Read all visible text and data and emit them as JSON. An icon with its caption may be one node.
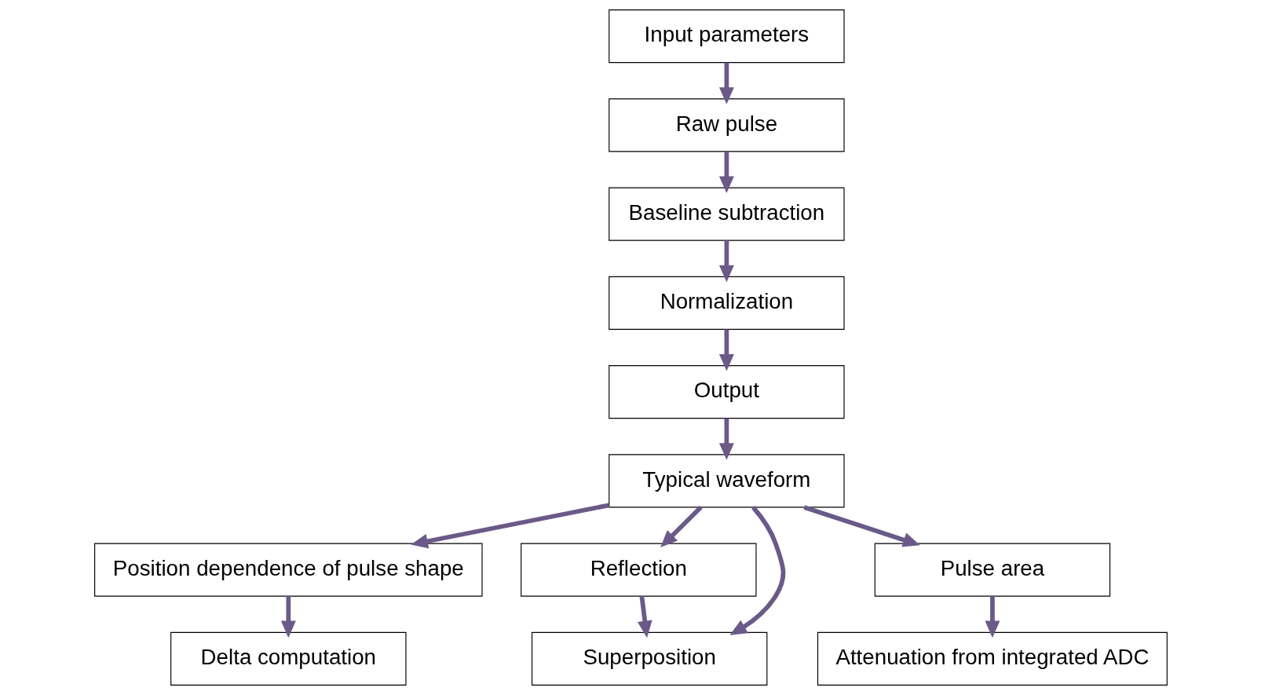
{
  "diagram": {
    "nodes": [
      {
        "text": [
          "Input parameters"
        ]
      },
      {
        "text": [
          "Raw pulse"
        ]
      },
      {
        "text": [
          "Baseline subtraction"
        ]
      },
      {
        "text": [
          "Normalization"
        ]
      },
      {
        "text": [
          "Output"
        ]
      },
      {
        "text": [
          "Typical waveform"
        ]
      },
      {
        "text": [
          "Position dependence of pulse shape"
        ]
      },
      {
        "text": [
          "Delta computation"
        ]
      },
      {
        "text": [
          "Reflection"
        ]
      },
      {
        "text": [
          "Superposition"
        ]
      },
      {
        "text": [
          "Pulse area"
        ]
      },
      {
        "text": [
          "Attenuation from integrated ADC"
        ]
      }
    ],
    "edges": [
      {
        "from": 0,
        "to": 1,
        "arrow": "to"
      },
      {
        "from": 1,
        "to": 2,
        "arrow": "to"
      },
      {
        "from": 2,
        "to": 3,
        "arrow": "to"
      },
      {
        "from": 3,
        "to": 4,
        "arrow": "to"
      },
      {
        "from": 4,
        "to": 5,
        "arrow": "to"
      },
      {
        "from": 5,
        "to": 6,
        "arrow": "to"
      },
      {
        "from": 6,
        "to": 7,
        "arrow": "to"
      },
      {
        "from": 5,
        "to": 8,
        "arrow": "to"
      },
      {
        "from": 5,
        "to": 9,
        "arrow": "to"
      },
      {
        "from": 5,
        "to": 10,
        "arrow": "to"
      },
      {
        "from": 8,
        "to": 9,
        "arrow": "to"
      },
      {
        "from": 10,
        "to": 11,
        "arrow": "to"
      }
    ]
  }
}
